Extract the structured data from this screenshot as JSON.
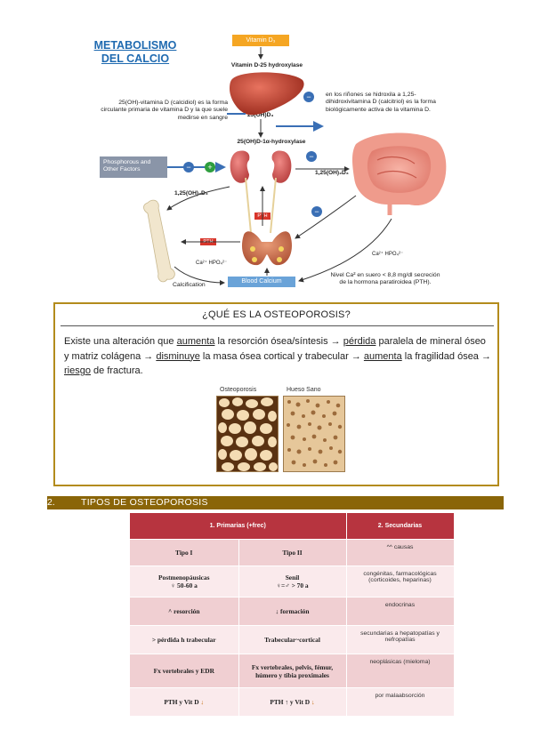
{
  "diagram": {
    "title_line1": "METABOLISMO",
    "title_line2": "DEL CALCIO",
    "vitamin_d": "Vitamin D₃",
    "hydroxylase_25": "Vitamin D-25 hydroxylase",
    "left_note": "25(OH)-vitamina D (calcidiol) es la forma circulante primaria de vitamina D y la que suele medirse en sangre",
    "right_note": "en los riñones se hidroxila a 1,25-dihidroxivitamina D (calcitriol) es la forma biológicamente activa de la vitamina D.",
    "oh_d3": "25(OH)D₃",
    "hydroxylase_1a": "25(OH)D-1α-hydroxylase",
    "phosphorous": "Phosphorous and Other Factors",
    "d3_125_left": "1,25(OH)₂D₃",
    "d3_125_right": "1,25(OH)₂D₃",
    "pth": "PTH",
    "pth2": "PTH",
    "ca_hpo_left": "Ca²⁺ HPO₄²⁻",
    "ca_hpo_right": "Ca²⁺ HPO₄²⁻",
    "calcification": "Calcification",
    "blood_calcium": "Blood Calcium",
    "bottom_note": "Nivel Ca² en suero < 8,8 mg/dl secreción de la hormona paratiroidea (PTH).",
    "minus": "−",
    "plus": "+"
  },
  "osteo": {
    "title": "¿QUÉ ES LA OSTEOPOROSIS?",
    "text_1": "Existe una alteración que ",
    "u_1": "aumenta",
    "text_2": " la resorción ósea/síntesis → ",
    "u_2": "pérdida",
    "text_3": " paralela de mineral óseo y matriz colágena → ",
    "u_3": "disminuye",
    "text_4": " la masa ósea cortical y trabecular → ",
    "u_4": "aumenta",
    "text_5": " la fragilidad ósea → ",
    "u_5": "riesgo",
    "text_6": " de fractura.",
    "label_osteoporosis": "Osteoporosis",
    "label_sano": "Hueso Sano"
  },
  "section": {
    "number": "2.",
    "title": "TIPOS DE OSTEOPOROSIS"
  },
  "table": {
    "header_primary": "1. Primarias (+frec)",
    "header_secondary": "2. Secundarias",
    "rows": [
      {
        "c1": "Tipo I",
        "c2": "Tipo II",
        "c3": "^^ causas"
      },
      {
        "c1": "Postmenopáusicas",
        "c1b": "♀ 50-60 a",
        "c2": "Senil",
        "c2b": "♀=♂ > 70 a",
        "c3": "congénitas, farmacológicas (corticoides, heparinas)"
      },
      {
        "c1": "^ resorción",
        "c2": "↓ formación",
        "c3": "endocrinas"
      },
      {
        "c1": "> pérdida h trabecular",
        "c2": "Trabecular~cortical",
        "c3": "secundarias a hepatopatías y nefropatías"
      },
      {
        "c1": "Fx vertebrales y EDR",
        "c2": "Fx vertebrales, pelvis, fémur, húmero y tibia proximales",
        "c3": "neoplásicas (mieloma)"
      },
      {
        "c1": "PTH y Vit D ",
        "c1_arrow": "↓",
        "c2": "PTH ↑ y Vit D ",
        "c2_arrow": "↓",
        "c3": "por malaabsorción"
      }
    ]
  },
  "colors": {
    "section_bar": "#8a6508",
    "box_border": "#b38b1c",
    "table_header": "#b7343f",
    "row_pink": "#f0cfd2",
    "row_light": "#faeaec",
    "title_blue": "#1f6ab0"
  }
}
